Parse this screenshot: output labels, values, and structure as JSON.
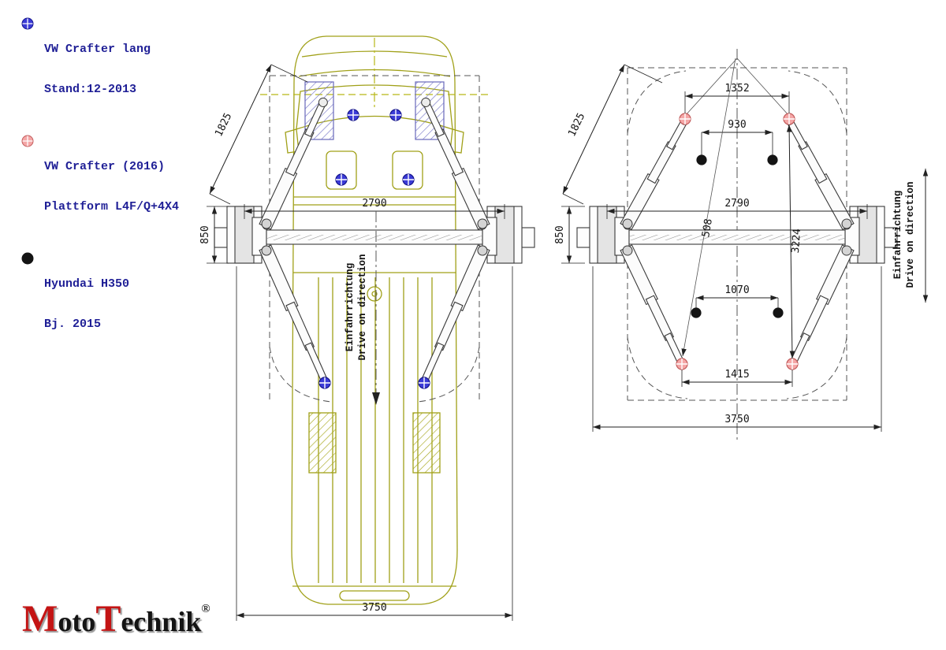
{
  "legend": {
    "items": [
      {
        "line1": "VW Crafter lang",
        "line2": "Stand:12-2013",
        "marker": "blue-cross-circle",
        "fill": "#3b3bd6"
      },
      {
        "line1": "VW Crafter (2016)",
        "line2": "Plattform L4F/Q+4X4",
        "marker": "pink-cross-circle",
        "fill": "#f4a6a6"
      },
      {
        "line1": "Hyundai H350",
        "line2": "Bj. 2015",
        "marker": "black-dot",
        "fill": "#141414"
      }
    ],
    "text_color": "#1f1f96"
  },
  "left_view": {
    "dim_arm_diagonal": "1825",
    "dim_post_spacing": "2790",
    "dim_post_depth": "850",
    "dim_overall_width": "3750",
    "drive_direction_de": "Einfahrrichtung",
    "drive_direction_en": "Drive on direction"
  },
  "right_view": {
    "dim_arm_diagonal": "1825",
    "dim_front_outer_points": "1352",
    "dim_front_inner_points": "930",
    "dim_post_spacing": "2790",
    "dim_front_offset": "508",
    "dim_point_length": "3224",
    "dim_rear_inner_points": "1070",
    "dim_rear_outer_points": "1415",
    "dim_post_depth": "850",
    "dim_overall_width": "3750",
    "drive_direction_de": "Einfahrrichtung",
    "drive_direction_en": "Drive on direction"
  },
  "logo": {
    "word1_initial": "M",
    "word1_rest": "oto",
    "word2_initial": "T",
    "word2_rest": "echnik",
    "registered": "®",
    "accent_color": "#c41414"
  },
  "colors": {
    "vehicle_outline": "#a0a018",
    "lift_points_blue": "#3b3bd6",
    "lift_points_pink": "#f4a6a6",
    "lift_points_black": "#141414"
  }
}
